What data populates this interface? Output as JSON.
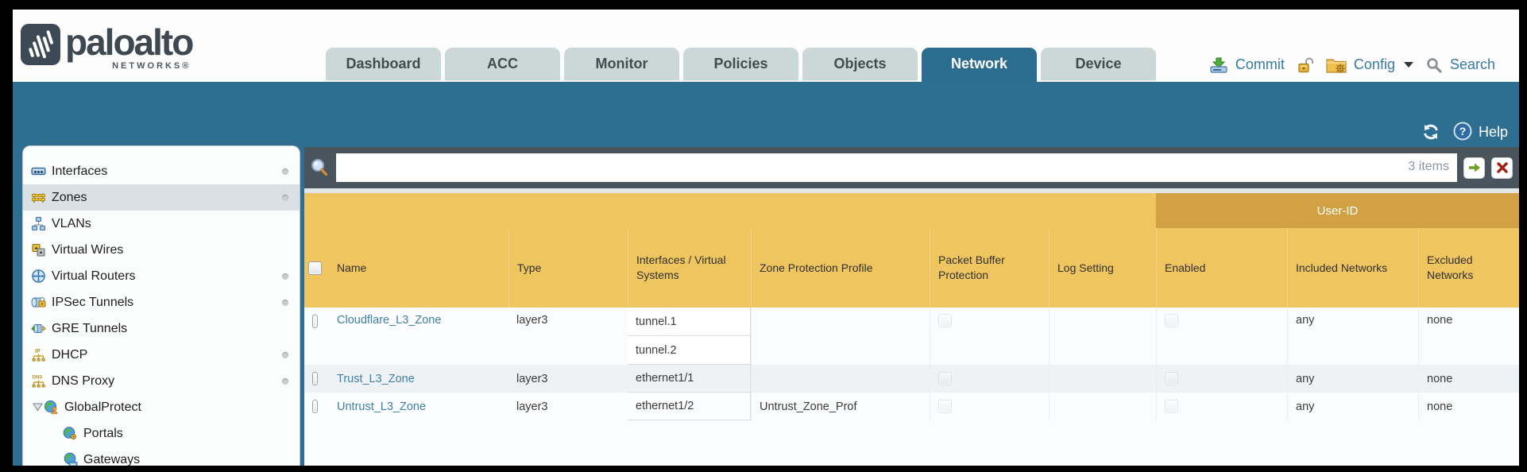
{
  "brand": {
    "name": "paloalto",
    "subtitle": "NETWORKS®"
  },
  "tabs": [
    {
      "label": "Dashboard",
      "active": false
    },
    {
      "label": "ACC",
      "active": false
    },
    {
      "label": "Monitor",
      "active": false
    },
    {
      "label": "Policies",
      "active": false
    },
    {
      "label": "Objects",
      "active": false
    },
    {
      "label": "Network",
      "active": true
    },
    {
      "label": "Device",
      "active": false
    }
  ],
  "top_actions": {
    "commit": "Commit",
    "config": "Config",
    "search": "Search"
  },
  "toolbar": {
    "help": "Help"
  },
  "sidebar": {
    "items": [
      {
        "label": "Interfaces"
      },
      {
        "label": "Zones"
      },
      {
        "label": "VLANs"
      },
      {
        "label": "Virtual Wires"
      },
      {
        "label": "Virtual Routers"
      },
      {
        "label": "IPSec Tunnels"
      },
      {
        "label": "GRE Tunnels"
      },
      {
        "label": "DHCP"
      },
      {
        "label": "DNS Proxy"
      },
      {
        "label": "GlobalProtect"
      },
      {
        "label": "Portals"
      },
      {
        "label": "Gateways"
      }
    ]
  },
  "filter": {
    "count_label": "3 items",
    "query": ""
  },
  "table": {
    "group_header": "User-ID",
    "columns": [
      "Name",
      "Type",
      "Interfaces / Virtual Systems",
      "Zone Protection Profile",
      "Packet Buffer Protection",
      "Log Setting",
      "Enabled",
      "Included Networks",
      "Excluded Networks"
    ],
    "rows": [
      {
        "name": "Cloudflare_L3_Zone",
        "type": "layer3",
        "interfaces": [
          "tunnel.1",
          "tunnel.2"
        ],
        "zone_protection_profile": "",
        "log_setting": "",
        "included_networks": "any",
        "excluded_networks": "none"
      },
      {
        "name": "Trust_L3_Zone",
        "type": "layer3",
        "interfaces": [
          "ethernet1/1"
        ],
        "zone_protection_profile": "",
        "log_setting": "",
        "included_networks": "any",
        "excluded_networks": "none"
      },
      {
        "name": "Untrust_L3_Zone",
        "type": "layer3",
        "interfaces": [
          "ethernet1/2"
        ],
        "zone_protection_profile": "Untrust_Zone_Prof",
        "log_setting": "",
        "included_networks": "any",
        "excluded_networks": "none"
      }
    ]
  },
  "colors": {
    "teal": "#2e6f91",
    "header_amber": "#efc55f",
    "group_band": "#d2a144",
    "toolbar_dark": "#4a545c",
    "link_blue": "#3e80a5"
  }
}
